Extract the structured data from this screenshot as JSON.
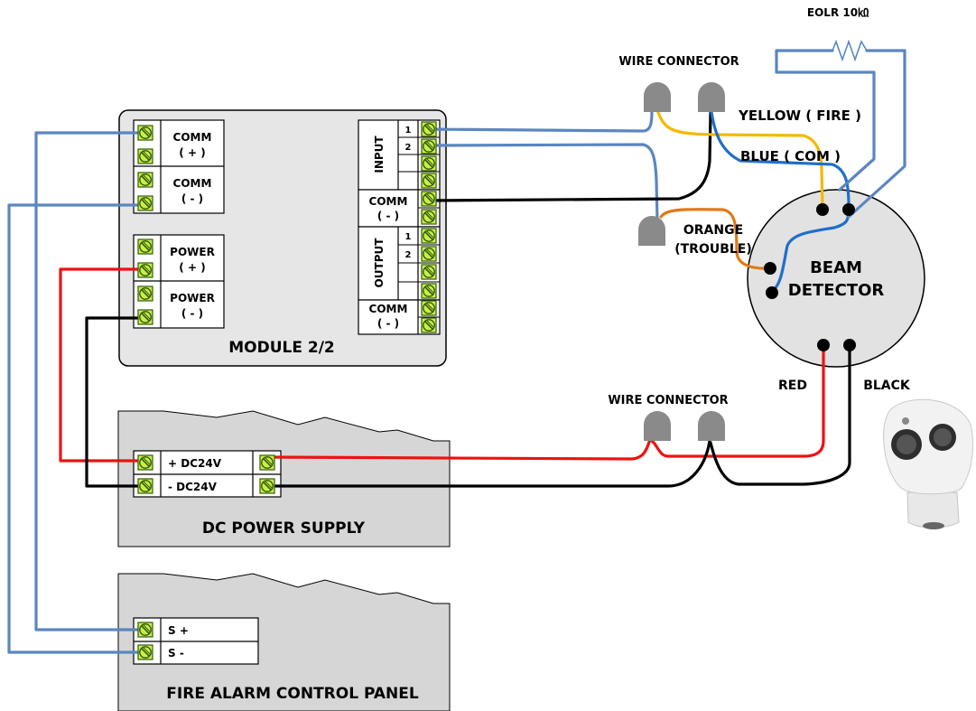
{
  "colors": {
    "wire_blue": "#5b86c0",
    "wire_blue_dark": "#1f6fc9",
    "wire_black": "#000000",
    "wire_red": "#ee1111",
    "wire_yellow": "#f5b800",
    "wire_orange": "#e07a16",
    "wire_eolr": "#5b86c0",
    "terminal_fill": "#ccee44",
    "terminal_stroke": "#2f5b10",
    "module_fill": "#e6e6e6",
    "supply_fill": "#d6d6d6",
    "connector_fill": "#8a8a8a",
    "detector_fill": "#e2e2e2",
    "terminal_dot": "#000000"
  },
  "module": {
    "title": "MODULE 2/2",
    "comm_plus_line1": "COMM",
    "comm_plus_line2": "( + )",
    "comm_minus_line1": "COMM",
    "comm_minus_line2": "( - )",
    "power_plus_line1": "POWER",
    "power_plus_line2": "( + )",
    "power_minus_line1": "POWER",
    "power_minus_line2": "( - )",
    "input_label": "INPUT",
    "output_label": "OUTPUT",
    "input_num_1": "1",
    "input_num_2": "2",
    "output_num_1": "1",
    "output_num_2": "2",
    "comm_right_1_line1": "COMM",
    "comm_right_1_line2": "( - )",
    "comm_right_2_line1": "COMM",
    "comm_right_2_line2": "( - )"
  },
  "power_supply": {
    "title": "DC POWER SUPPLY",
    "plus_label": "+ DC24V",
    "minus_label": "-  DC24V"
  },
  "fire_panel": {
    "title": "FIRE ALARM CONTROL PANEL",
    "s_plus": "S +",
    "s_minus": "S  -"
  },
  "connectors": {
    "top_label": "WIRE CONNECTOR",
    "bottom_label": "WIRE CONNECTOR"
  },
  "eolr_label": "EOLR  10㏀",
  "wires": {
    "yellow_label": "YELLOW ( FIRE )",
    "blue_label": "BLUE ( COM )",
    "orange_line1": "ORANGE",
    "orange_line2": "(TROUBLE)",
    "red_label": "RED",
    "black_label": "BLACK"
  },
  "detector": {
    "line1": "BEAM",
    "line2": "DETECTOR"
  }
}
